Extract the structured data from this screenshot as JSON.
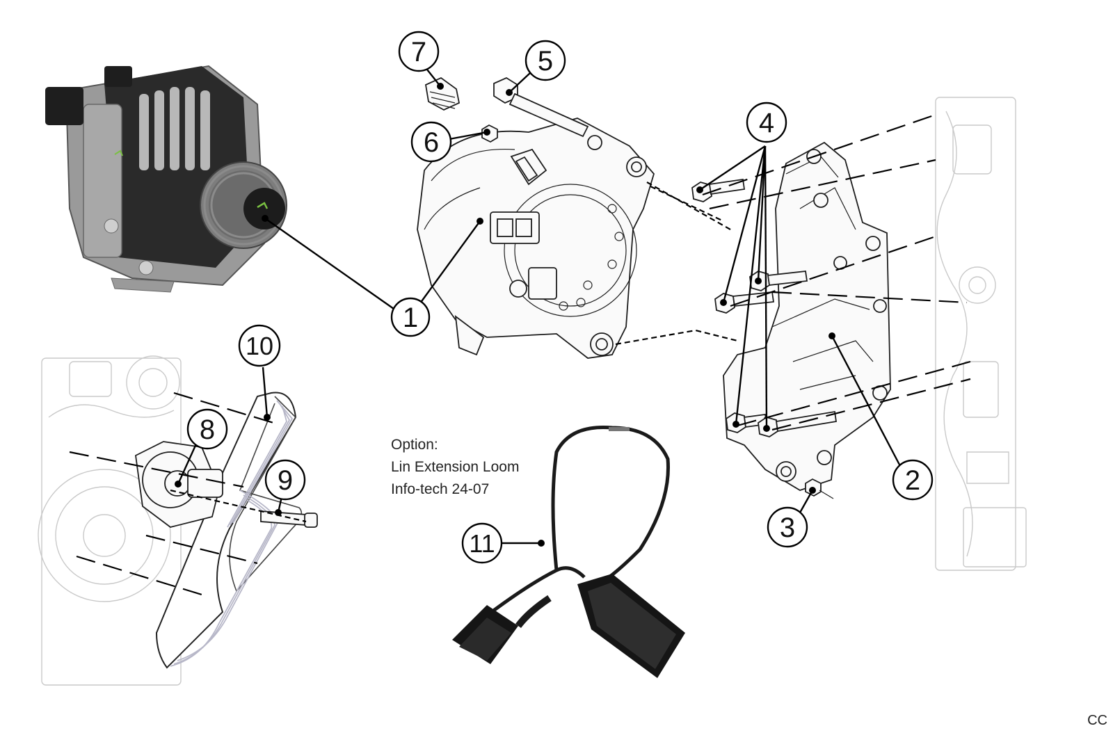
{
  "callouts": [
    {
      "id": "1",
      "label": "1"
    },
    {
      "id": "2",
      "label": "2"
    },
    {
      "id": "3",
      "label": "3"
    },
    {
      "id": "4",
      "label": "4"
    },
    {
      "id": "5",
      "label": "5"
    },
    {
      "id": "6",
      "label": "6"
    },
    {
      "id": "7",
      "label": "7"
    },
    {
      "id": "8",
      "label": "8"
    },
    {
      "id": "9",
      "label": "9"
    },
    {
      "id": "10",
      "label": "10"
    },
    {
      "id": "11",
      "label": "11"
    }
  ],
  "option_note": {
    "line1": "Option:",
    "line2": "Lin Extension Loom",
    "line3": "Info-tech 24-07"
  },
  "corner_code": "CC",
  "colors": {
    "line": "#000000",
    "ghost": "#c9c9c9",
    "photo_metal": "#8e8e8e",
    "photo_dark": "#2a2a2a",
    "logo_green": "#7ac142",
    "belt": "#d9d9e6"
  }
}
